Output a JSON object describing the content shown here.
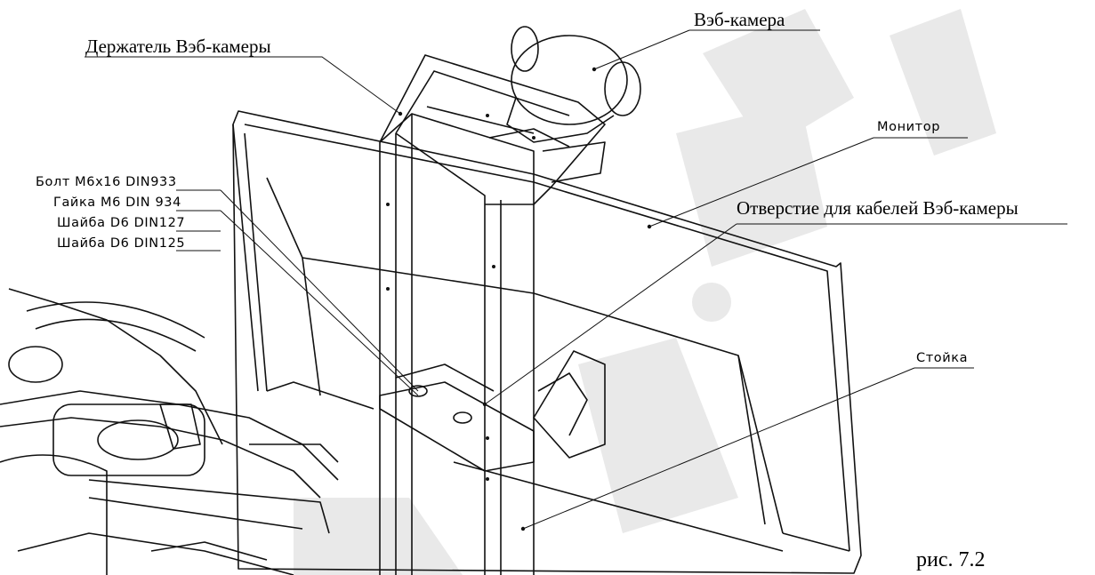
{
  "figure_caption": "рис. 7.2",
  "watermark_color": "#e8e8e8",
  "line_color": "#111111",
  "labels": {
    "webcam_holder": "Держатель Вэб-камеры",
    "webcam": "Вэб-камера",
    "monitor": "Монитор",
    "bolt": "Болт М6х16 DIN933",
    "nut": "Гайка М6 DIN 934",
    "washer_127": "Шайба D6 DIN127",
    "washer_125": "Шайба D6 DIN125",
    "cable_hole": "Отверстие для кабелей Вэб-камеры",
    "stand": "Стойка"
  }
}
